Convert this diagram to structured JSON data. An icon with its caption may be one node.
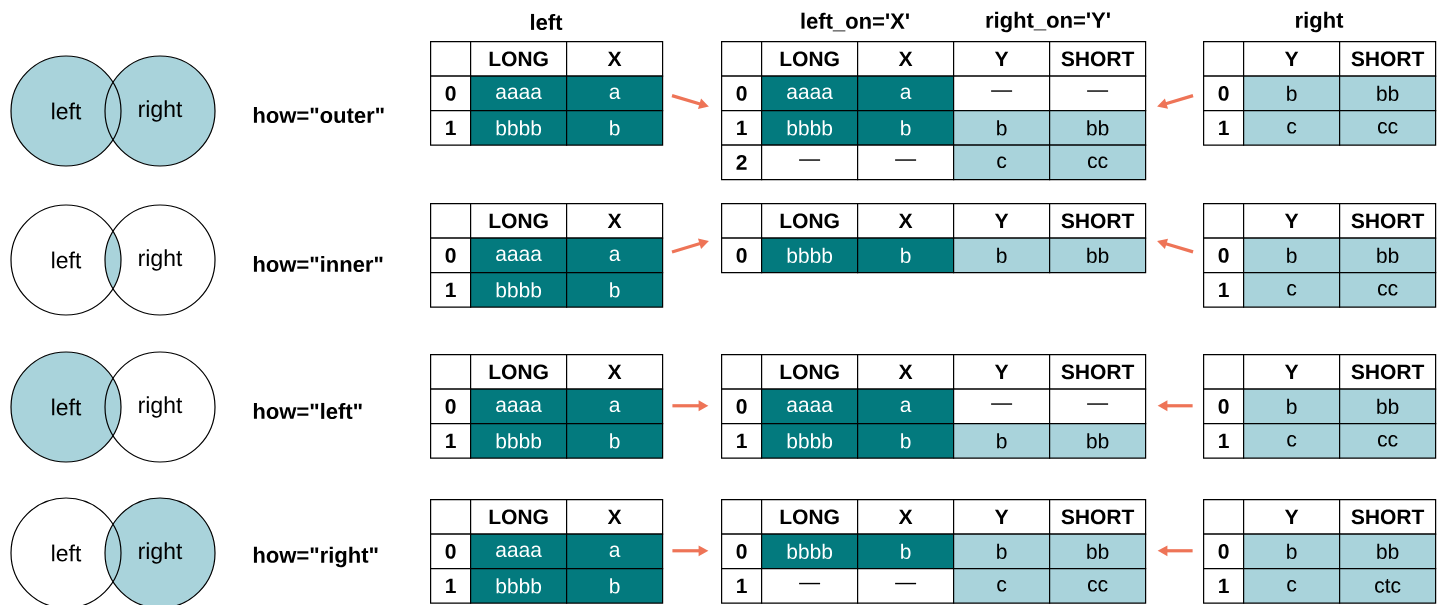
{
  "diagram": {
    "nodes": [
      {
        "text": [
          "left"
        ]
      },
      {
        "text": [
          "right"
        ]
      },
      {
        "text": [
          "LONG",
          "X",
          "0",
          "aaaa",
          "a",
          "1",
          "bbbb",
          "b"
        ]
      },
      {
        "text": [
          "LONG",
          "X",
          "Y",
          "SHORT",
          "0",
          "aaaa",
          "a",
          "—",
          "—",
          "1",
          "bbbb",
          "b",
          "b",
          "bb",
          "2",
          "—",
          "—",
          "c",
          "cc"
        ]
      },
      {
        "text": [
          "Y",
          "SHORT",
          "0",
          "b",
          "bb",
          "1",
          "c",
          "cc"
        ]
      },
      {
        "text": [
          "left"
        ]
      },
      {
        "text": [
          "right"
        ]
      },
      {
        "text": [
          "LONG",
          "X",
          "0",
          "aaaa",
          "a",
          "1",
          "bbbb",
          "b"
        ]
      },
      {
        "text": [
          "LONG",
          "X",
          "Y",
          "SHORT",
          "0",
          "bbbb",
          "b",
          "b",
          "bb"
        ]
      },
      {
        "text": [
          "Y",
          "SHORT",
          "0",
          "b",
          "bb",
          "1",
          "c",
          "cc"
        ]
      },
      {
        "text": [
          "left"
        ]
      },
      {
        "text": [
          "right"
        ]
      },
      {
        "text": [
          "LONG",
          "X",
          "0",
          "aaaa",
          "a",
          "1",
          "bbbb",
          "b"
        ]
      },
      {
        "text": [
          "LONG",
          "X",
          "Y",
          "SHORT",
          "0",
          "aaaa",
          "a",
          "—",
          "—",
          "1",
          "bbbb",
          "b",
          "b",
          "bb"
        ]
      },
      {
        "text": [
          "Y",
          "SHORT",
          "0",
          "b",
          "bb",
          "1",
          "c",
          "cc"
        ]
      },
      {
        "text": [
          "left"
        ]
      },
      {
        "text": [
          "right"
        ]
      },
      {
        "text": [
          "LONG",
          "X",
          "0",
          "aaaa",
          "a",
          "1",
          "bbbb",
          "b"
        ]
      },
      {
        "text": [
          "LONG",
          "X",
          "Y",
          "SHORT",
          "0",
          "bbbb",
          "b",
          "b",
          "bb",
          "1",
          "—",
          "—",
          "c",
          "cc"
        ]
      },
      {
        "text": [
          "Y",
          "SHORT",
          "0",
          "b",
          "bb",
          "1",
          "c",
          "ctc"
        ]
      }
    ],
    "edges": [
      {
        "from": 2,
        "to": 3,
        "arrow": "to"
      },
      {
        "from": 4,
        "to": 3,
        "arrow": "to"
      },
      {
        "from": 7,
        "to": 8,
        "arrow": "to"
      },
      {
        "from": 9,
        "to": 8,
        "arrow": "to"
      },
      {
        "from": 12,
        "to": 13,
        "arrow": "to"
      },
      {
        "from": 14,
        "to": 13,
        "arrow": "to"
      },
      {
        "from": 17,
        "to": 18,
        "arrow": "to"
      },
      {
        "from": 19,
        "to": 18,
        "arrow": "to"
      }
    ],
    "labels": [
      "left",
      "left_on='X'",
      "right_on='Y'",
      "right",
      "how=\"outer\"",
      "how=\"inner\"",
      "how=\"left\"",
      "how=\"right\""
    ]
  }
}
